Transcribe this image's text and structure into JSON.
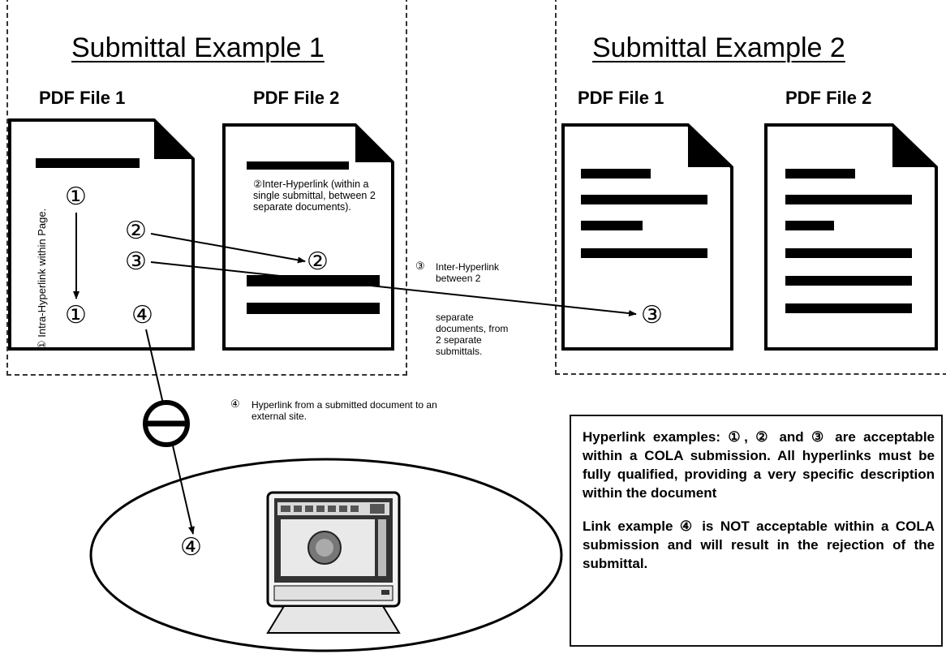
{
  "example1": {
    "title": "Submittal Example 1",
    "file1_label": "PDF File 1",
    "file2_label": "PDF File 2"
  },
  "example2": {
    "title": "Submittal Example 2",
    "file1_label": "PDF File 1",
    "file2_label": "PDF File 2"
  },
  "markers": {
    "m1": "①",
    "m2": "②",
    "m3": "③",
    "m4": "④"
  },
  "annotations": {
    "intra": "① Intra-Hyperlink within Page.",
    "inter_single": "②Inter-Hyperlink (within a single submittal, between 2 separate documents).",
    "inter_two_num": "③",
    "inter_two_a": "Inter-Hyperlink between 2",
    "inter_two_b": "separate documents, from 2 separate submittals.",
    "external_num": "④",
    "external": "Hyperlink from a submitted document to an external site."
  },
  "note": {
    "p1": "Hyperlink examples: ①, ② and ③ are acceptable within a COLA submission. All hyperlinks must be fully qualified, providing a very specific description within the document",
    "p2": "Link example ④ is NOT acceptable within a COLA submission and will result in the rejection of the submittal."
  },
  "colors": {
    "ink": "#000000",
    "dash": "#333333",
    "bar": "#000000"
  }
}
